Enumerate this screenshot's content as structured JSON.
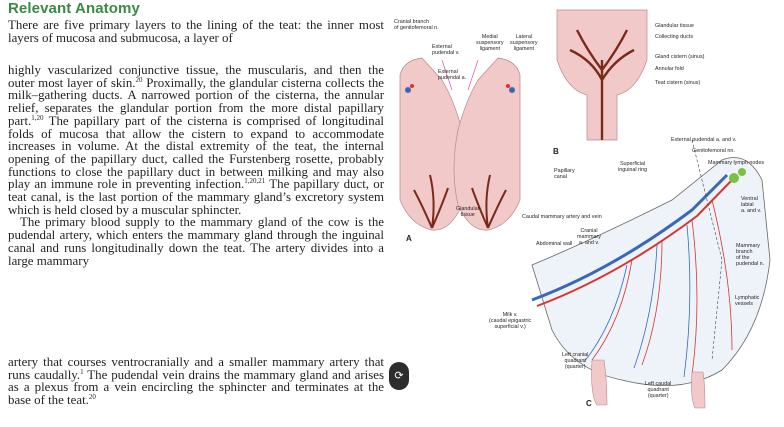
{
  "section": {
    "heading": "Relevant Anatomy"
  },
  "text": {
    "p1": "There are five primary layers to the lining of the teat: the inner most layers of mucosa and submucosa, a layer of",
    "p2a": "highly vascularized conjunctive tissue, the muscularis, and then the outer most layer of skin.",
    "p2a_ref": "20",
    "p2b": " Proximally, the glandular cisterna collects the milk–gathering ducts. A narrowed portion of the cisterna, the annular relief, separates the glandular portion from the more distal papillary part.",
    "p2b_ref": "1,20",
    "p2c": " The papillary part of the cisterna is comprised of longitudinal folds of mucosa that allow the cistern to expand to accommodate increases in volume. At the distal extremity of the teat, the internal opening of the papillary duct, called the Furstenberg rosette, probably functions to close the papillary duct in between milking and may also play an immune role in preventing infection.",
    "p2c_ref": "1,20,21",
    "p2d": " The papillary duct, or teat canal, is the last portion of the mammary gland’s excretory system which is held closed by a muscular sphincter.",
    "p2e": "The primary blood supply to the mammary gland of the cow is the pudendal artery, which enters the mammary gland through the inguinal canal and runs longitudinally down the teat. The artery divides into a large mammary",
    "p3a": "artery that courses ventrocranially and a smaller mammary artery that runs caudally.",
    "p3a_ref": "1",
    "p3b": " The pudendal vein drains the mammary gland and arises as a plexus from a vein encircling the sphincter and terminates at the base of the teat.",
    "p3b_ref": "20"
  },
  "figure": {
    "panels": {
      "a": "A",
      "b": "B",
      "c": "C"
    },
    "labels": {
      "cranial_branch": "Cranial branch\nof genitofemoral n.",
      "medial_lig": "Medial\nsuspensory\nligament",
      "lateral_lig": "Lateral\nsuspensory\nligament",
      "ext_pud_v": "External\npudendal v.",
      "ext_pud_a": "External\npudendal a.",
      "glandular_tissue_a": "Glandular\ntissue",
      "glandular_tissue_b": "Glandular tissue",
      "collecting_ducts": "Collecting ducts",
      "gland_cistern": "Gland cistern (sinus)",
      "annular_fold": "Annular fold",
      "teat_cistern": "Teat cistern (sinus)",
      "papillary_canal": "Papillary\ncanal",
      "ext_pud_av": "External pudendal a. and v.",
      "genitofemoral": "Genitofemoral nn.",
      "lymph_nodes": "Mammary lymph nodes",
      "superficial_ring": "Superficial\ninguinal ring",
      "ventral_labial": "Ventral\nlabial\na. and v.",
      "caudal_mammary": "Caudal mammary artery and vein",
      "cranial_mammary": "Cranial\nmammary\na. and v.",
      "mammary_branch": "Mammary\nbranch\nof the\npudendal n.",
      "abdominal_wall": "Abdominal wall",
      "lymphatic": "Lymphatic\nvessels",
      "milk_v": "Milk v.\n(caudal epigastric\nsuperficial v.)",
      "left_cranial": "Left cranial\nquadrant\n(quarter)",
      "left_caudal": "Left caudal\nquadrant\n(quarter)"
    },
    "colors": {
      "artery": "#d8342c",
      "vein": "#3a68b8",
      "tissue": "#f2c9c9",
      "duct": "#7a2a1a",
      "heading": "#3a8a45"
    }
  },
  "ui": {
    "floating_icon": "page-action-icon"
  }
}
